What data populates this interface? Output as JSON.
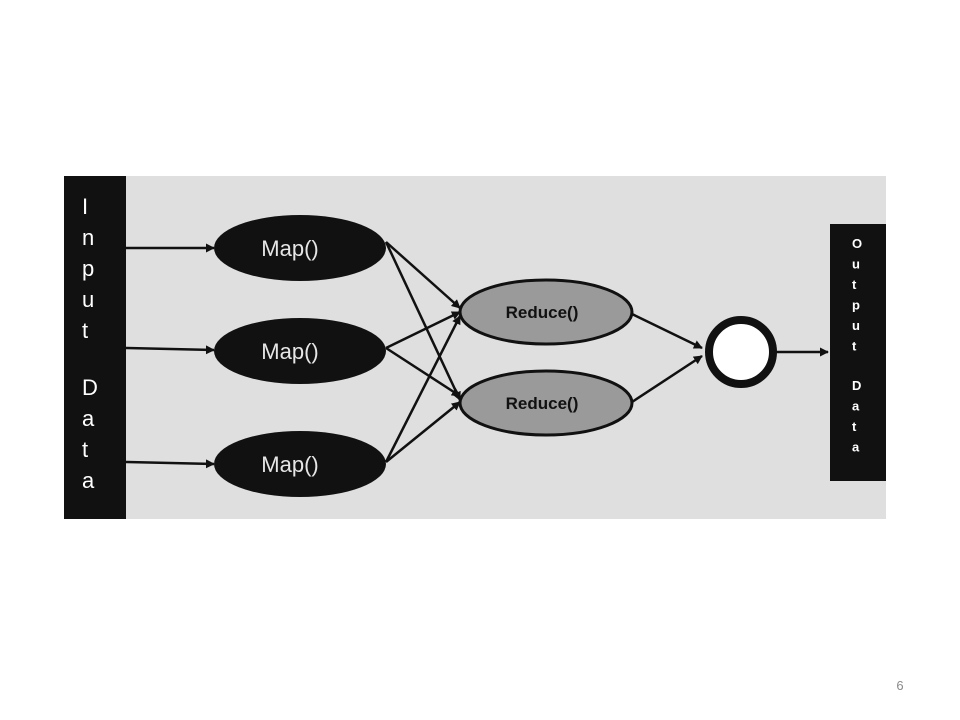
{
  "diagram": {
    "input_label": "Input Data",
    "output_label": "Output Data",
    "map_nodes": [
      "Map()",
      "Map()",
      "Map()"
    ],
    "reduce_nodes": [
      "Reduce()",
      "Reduce()"
    ],
    "combine_node": "",
    "colors": {
      "panel": "#dfdfdf",
      "bar": "#111111",
      "map_fill": "#111111",
      "map_text": "#e6e6e6",
      "reduce_fill": "#9a9a9a",
      "reduce_text": "#111111",
      "bar_text": "#ffffff",
      "arrow": "#111111"
    }
  },
  "slide": {
    "page_number": "6"
  }
}
